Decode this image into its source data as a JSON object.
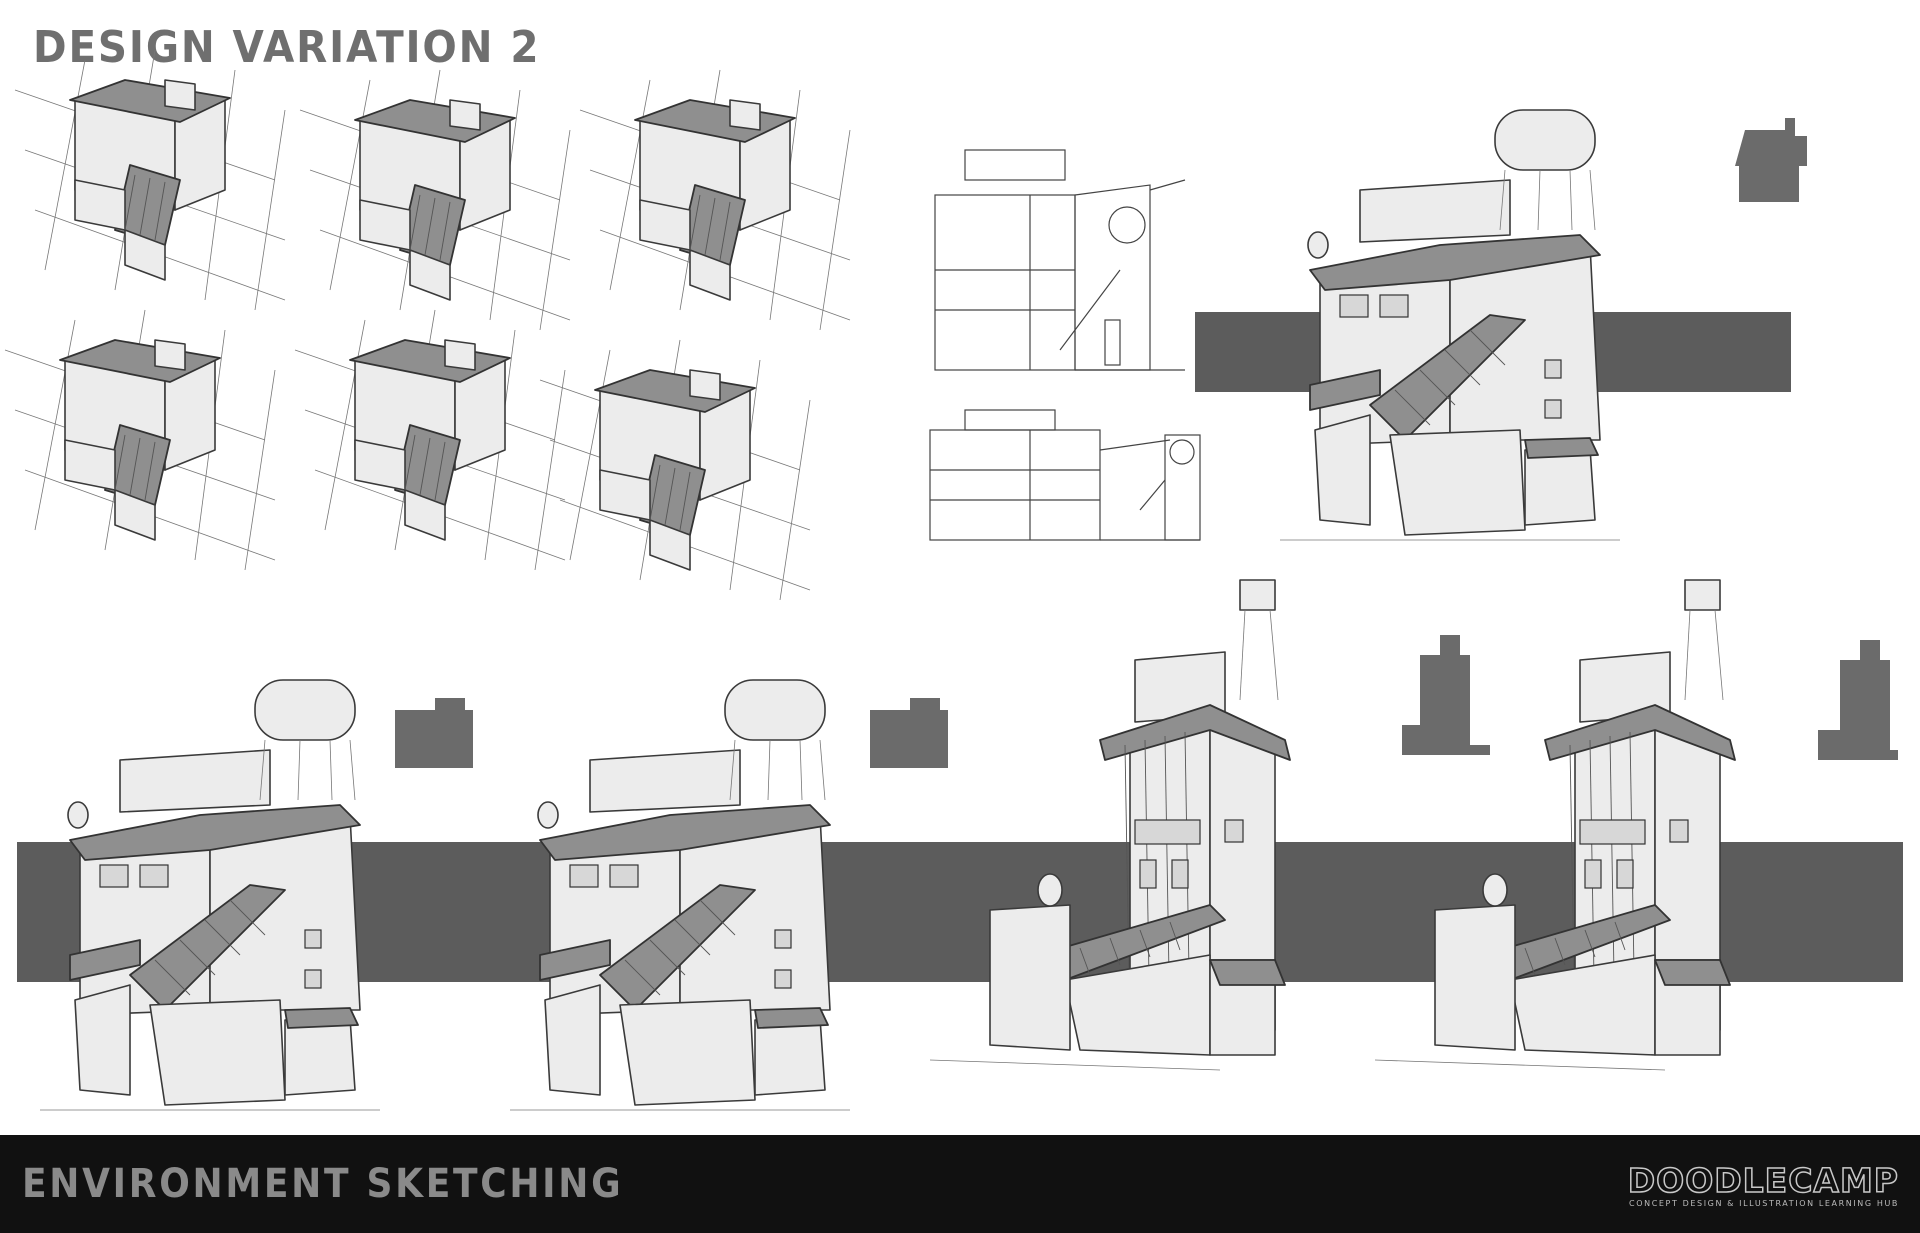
{
  "header": {
    "title": "DESIGN VARIATION 2"
  },
  "footer": {
    "title": "ENVIRONMENT SKETCHING",
    "logo_word": "DOODLECAMP",
    "logo_tagline": "CONCEPT DESIGN & ILLUSTRATION LEARNING HUB"
  },
  "colors": {
    "background": "#ffffff",
    "footer": "#111111",
    "band": "#5c5c5c",
    "silhouette": "#6b6b6b",
    "title": "#6f6f6f"
  }
}
